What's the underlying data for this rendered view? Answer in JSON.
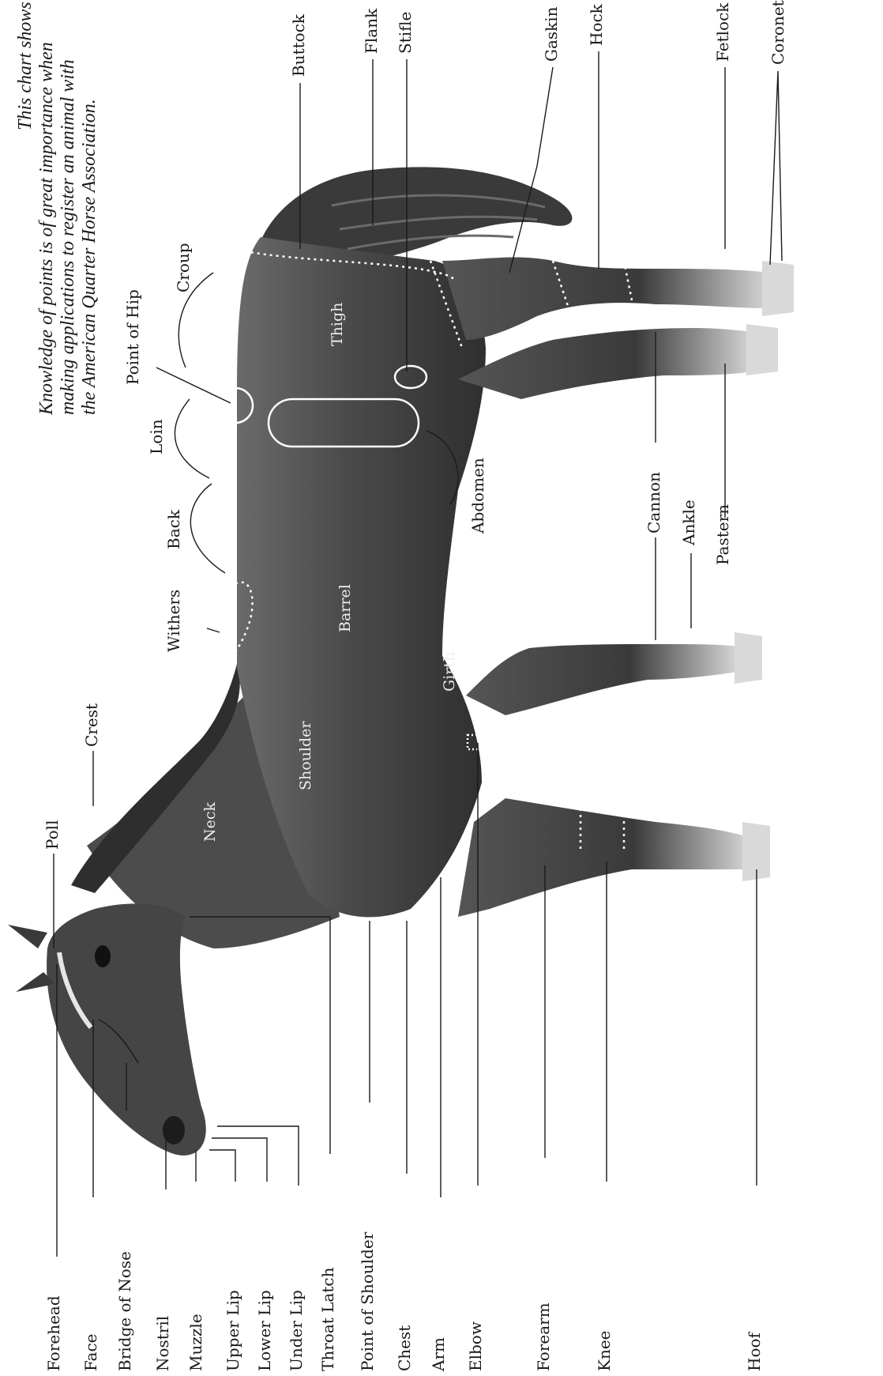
{
  "caption": {
    "lines": [
      "This chart shows the points of a horse.",
      "Knowledge of points is of great importance when",
      "making applications to register an animal with",
      "the American Quarter Horse Association."
    ]
  },
  "labels": {
    "forehead": "Forehead",
    "face": "Face",
    "bridge_of_nose": "Bridge of Nose",
    "nostril": "Nostril",
    "muzzle": "Muzzle",
    "upper_lip": "Upper Lip",
    "lower_lip": "Lower Lip",
    "under_lip": "Under Lip",
    "throat_latch": "Throat Latch",
    "point_of_shoulder": "Point of Shoulder",
    "chest": "Chest",
    "arm": "Arm",
    "elbow": "Elbow",
    "forearm": "Forearm",
    "knee": "Knee",
    "hoof": "Hoof",
    "poll": "Poll",
    "crest": "Crest",
    "withers": "Withers",
    "back": "Back",
    "loin": "Loin",
    "point_of_hip": "Point of Hip",
    "croup": "Croup",
    "buttock": "Buttock",
    "flank": "Flank",
    "stifle": "Stifle",
    "gaskin": "Gaskin",
    "hock": "Hock",
    "fetlock": "Fetlock",
    "coronet": "Coronet",
    "abdomen": "Abdomen",
    "cannon": "Cannon",
    "ankle": "Ankle",
    "pastern": "Pastern",
    "neck": "Neck",
    "shoulder": "Shoulder",
    "barrel": "Barrel",
    "girth": "Girth",
    "thigh": "Thigh"
  },
  "colors": {
    "body": "#4a4a4a",
    "body_dark": "#2e2e2e",
    "leader": "#1a1a1a",
    "marker": "#ffffff"
  }
}
